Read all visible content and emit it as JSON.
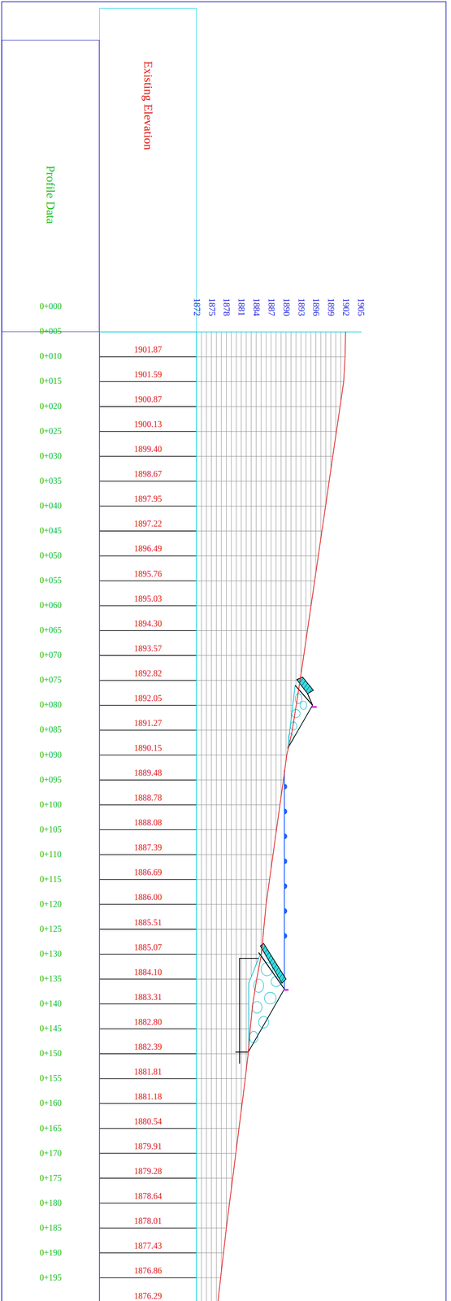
{
  "diagram": {
    "nodes": [
      {
        "text": [
          "Profile Data"
        ]
      },
      {
        "text": [
          "Existing Elevation"
        ]
      }
    ],
    "labels": [
      "1872",
      "1875",
      "1878",
      "1881",
      "1884",
      "1887",
      "1890",
      "1893",
      "1896",
      "1899",
      "1902",
      "1905",
      "0+000",
      "0+005",
      "0+010",
      "0+015",
      "0+020",
      "0+025",
      "0+030",
      "0+035",
      "0+040",
      "0+045",
      "0+050",
      "0+055",
      "0+060",
      "0+065",
      "0+070",
      "0+075",
      "0+080",
      "0+085",
      "0+090",
      "0+095",
      "0+100",
      "0+105",
      "0+110",
      "0+115",
      "0+120",
      "0+125",
      "0+130",
      "0+135",
      "0+140",
      "0+145",
      "0+150",
      "0+155",
      "0+160",
      "0+165",
      "0+170",
      "0+175",
      "0+180",
      "0+185",
      "0+190",
      "0+195",
      "1901.87",
      "1901.59",
      "1900.87",
      "1900.13",
      "1899.40",
      "1898.67",
      "1897.95",
      "1897.22",
      "1896.49",
      "1895.76",
      "1895.03",
      "1894.30",
      "1893.57",
      "1892.82",
      "1892.05",
      "1891.27",
      "1890.15",
      "1889.48",
      "1888.78",
      "1888.08",
      "1887.39",
      "1886.69",
      "1886.00",
      "1885.51",
      "1885.07",
      "1884.10",
      "1883.31",
      "1882.80",
      "1882.39",
      "1881.81",
      "1881.18",
      "1880.54",
      "1879.91",
      "1879.28",
      "1878.64",
      "1878.01",
      "1877.43",
      "1876.86",
      "1876.29"
    ]
  }
}
